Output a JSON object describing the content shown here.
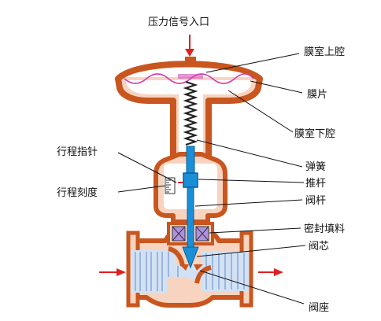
{
  "title": "压力信号入口",
  "labels": {
    "upper_chamber": "膜室上腔",
    "diaphragm": "膜片",
    "lower_chamber": "膜室下腔",
    "spring": "弹簧",
    "push_rod": "推杆",
    "valve_stem": "阀杆",
    "packing": "密封填料",
    "valve_plug": "阀芯",
    "valve_seat": "阀座",
    "travel_pointer": "行程指针",
    "travel_scale": "行程刻度"
  },
  "colors": {
    "body_outline": "#c8561e",
    "body_fill": "#f8d4c0",
    "fluid": "#d2e2f4",
    "fluid_lines": "#6688c8",
    "stem": "#1a8fd8",
    "diaphragm": "#d040b0",
    "arrow": "#e02020",
    "packing": "#b090e0"
  }
}
